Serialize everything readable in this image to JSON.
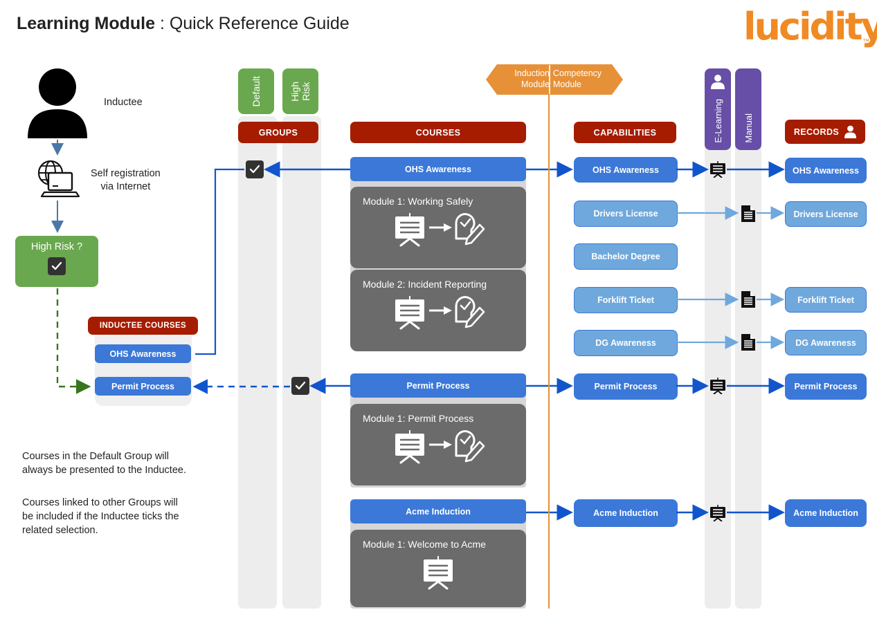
{
  "header": {
    "title_bold": "Learning Module",
    "title_rest": " : Quick Reference Guide",
    "logo_text": "lucidity",
    "logo_tm": "™",
    "logo_color": "#F08A24"
  },
  "left_flow": {
    "person_label": "Inductee",
    "registration_label": "Self registration\nvia Internet",
    "registration_line1": "Self registration",
    "registration_line2": "via Internet",
    "high_risk_label": "High Risk ?",
    "high_risk_checked": true
  },
  "inductee_panel": {
    "header": "INDUCTEE COURSES",
    "courses": [
      {
        "label": "OHS Awareness"
      },
      {
        "label": "Permit Process"
      }
    ]
  },
  "notes": [
    "Courses in the Default Group will always be presented to the Inductee.",
    "Courses linked to other Groups will be included if the Inductee ticks the related selection."
  ],
  "notes_lines": {
    "n1l1": "Courses in the Default Group will",
    "n1l2": "always be presented to the Inductee.",
    "n2l1": "Courses linked to other Groups will",
    "n2l2": "be included if the Inductee ticks the",
    "n2l3": "related selection."
  },
  "groups": {
    "header": "GROUPS",
    "tabs": [
      {
        "label": "Default",
        "checked": true
      },
      {
        "label": "High\nRisk",
        "line1": "High",
        "line2": "Risk",
        "checked": true
      }
    ]
  },
  "courses": {
    "header": "COURSES",
    "items": [
      {
        "label": "OHS Awareness",
        "modules": [
          {
            "label": "Module 1: Working Safely",
            "icon": "presentation-assessment-icon"
          },
          {
            "label": "Module 2: Incident Reporting",
            "icon": "presentation-assessment-icon"
          }
        ]
      },
      {
        "label": "Permit Process",
        "modules": [
          {
            "label": "Module 1: Permit Process",
            "icon": "presentation-assessment-icon"
          }
        ]
      },
      {
        "label": "Acme Induction",
        "modules": [
          {
            "label": "Module 1: Welcome to Acme",
            "icon": "presentation-icon"
          }
        ]
      }
    ]
  },
  "module_banner": {
    "left_line1": "Induction",
    "left_line2": "Module",
    "right_line1": "Competency",
    "right_line2": "Module",
    "color": "#E69138"
  },
  "capabilities": {
    "header": "CAPABILITIES",
    "items": [
      {
        "label": "OHS Awareness",
        "highlight": true
      },
      {
        "label": "Drivers License",
        "highlight": false
      },
      {
        "label": "Bachelor Degree",
        "highlight": false
      },
      {
        "label": "Forklift Ticket",
        "highlight": false
      },
      {
        "label": "DG Awareness",
        "highlight": false
      }
    ]
  },
  "delivery": {
    "elearning_label": "E-Learning",
    "manual_label": "Manual",
    "elearning_icon": "person-icon",
    "rows": [
      {
        "type": "elearning",
        "icon": "presentation-icon"
      },
      {
        "type": "manual",
        "icon": "document-icon"
      },
      {
        "type": "manual",
        "icon": "document-icon"
      },
      {
        "type": "manual",
        "icon": "document-icon"
      },
      {
        "type": "elearning",
        "icon": "presentation-icon"
      },
      {
        "type": "elearning",
        "icon": "presentation-icon"
      }
    ]
  },
  "records": {
    "header": "RECORDS",
    "header_icon": "person-icon",
    "items": [
      {
        "label": "OHS Awareness",
        "highlight": true
      },
      {
        "label": "Drivers License",
        "highlight": false
      },
      {
        "label": "Forklift Ticket",
        "highlight": false
      },
      {
        "label": "DG Awareness",
        "highlight": false
      },
      {
        "label": "Permit Process",
        "highlight": true
      },
      {
        "label": "Acme Induction",
        "highlight": true
      }
    ]
  },
  "colors": {
    "blue": "#3B78D8",
    "light_blue": "#6FA8DC",
    "dark_red": "#A61C00",
    "green": "#6AA84F",
    "purple": "#674EA7",
    "orange": "#E69138",
    "gray_module": "#6B6B6B",
    "band": "#EDEDED"
  }
}
